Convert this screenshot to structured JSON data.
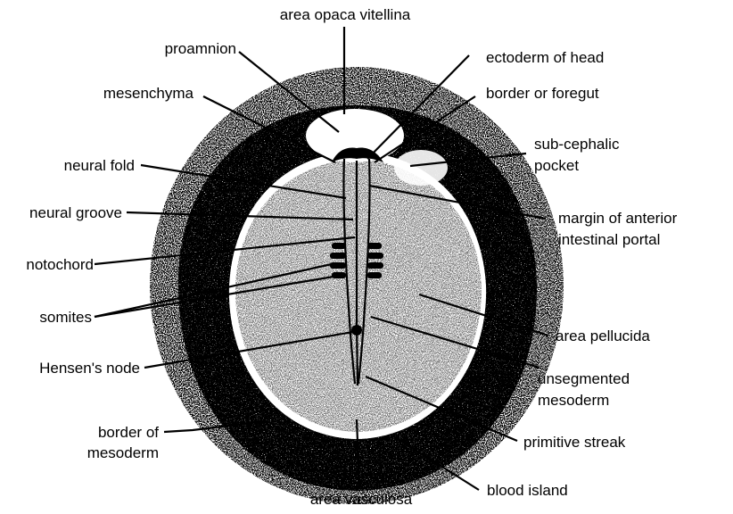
{
  "colors": {
    "ink": "#000000",
    "background": "#ffffff"
  },
  "labels": {
    "area_opaca_vitellina": "area opaca vitellina",
    "proamnion": "proamnion",
    "ectoderm_of_head": "ectoderm of head",
    "mesenchyma": "mesenchyma",
    "border_or_foregut": "border or foregut",
    "sub_cephalic_line1": "sub-cephalic",
    "sub_cephalic_line2": "pocket",
    "neural_fold": "neural fold",
    "neural_groove": "neural groove",
    "margin_line1": "margin of anterior",
    "margin_line2": "intestinal portal",
    "notochord": "notochord",
    "somites": "somites",
    "area_pellucida": "area pellucida",
    "hensens_node": "Hensen's node",
    "unsegmented_line1": "unsegmented",
    "unsegmented_line2": "mesoderm",
    "border_of_mesoderm_line1": "border of",
    "border_of_mesoderm_line2": "mesoderm",
    "primitive_streak": "primitive streak",
    "blood_island": "blood island",
    "area_vasculosa": "area vasculosa"
  }
}
